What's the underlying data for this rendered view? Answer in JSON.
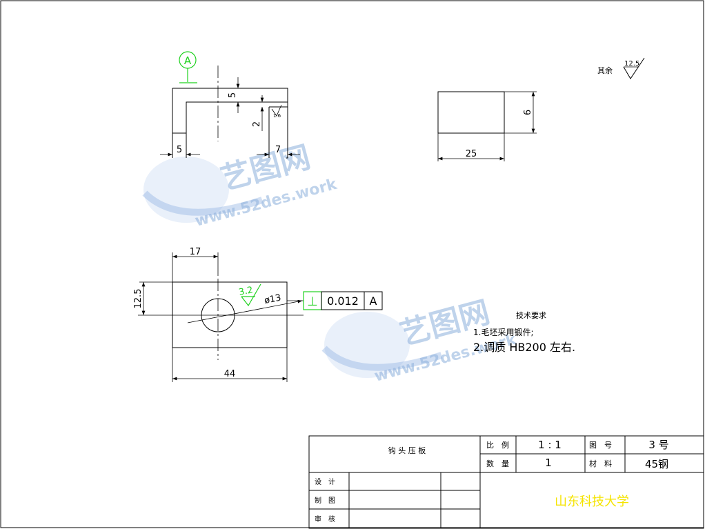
{
  "surface_finish": {
    "label": "其余",
    "value": "12.5"
  },
  "datum": {
    "letter": "A"
  },
  "front_view": {
    "dims": {
      "depth_top": "5",
      "depth_side": "2",
      "left_width": "5",
      "right_width": "7"
    },
    "finish_value": "1.6"
  },
  "side_view": {
    "dims": {
      "width": "25",
      "height": "6"
    }
  },
  "top_view": {
    "dims": {
      "width": "44",
      "hole_offset": "17",
      "hole_height": "12.5",
      "hole_dia": "ø13"
    },
    "finish_value": "3.2",
    "tolerance": {
      "symbol": "⊥",
      "value": "0.012",
      "datum": "A"
    }
  },
  "tech_requirements": {
    "title": "技术要求",
    "items": [
      "1.毛坯采用锻件;",
      "2.调质 HB200 左右."
    ]
  },
  "title_block": {
    "part_name": "钩 头 压 板",
    "scale_label": "比　例",
    "scale_value": "1 : 1",
    "drawing_no_label": "图　号",
    "drawing_no_value": "3 号",
    "qty_label": "数　量",
    "qty_value": "1",
    "material_label": "材　料",
    "material_value": "45钢",
    "design_label": "设　计",
    "draw_label": "制　图",
    "review_label": "审　核",
    "school": "山东科技大学"
  },
  "watermark": {
    "brand": "艺图网",
    "url": "www.52des.work"
  },
  "colors": {
    "annotation_green": "#1fd11f",
    "school_yellow": "#f5e400",
    "watermark_blue": "#7fa6d8"
  }
}
